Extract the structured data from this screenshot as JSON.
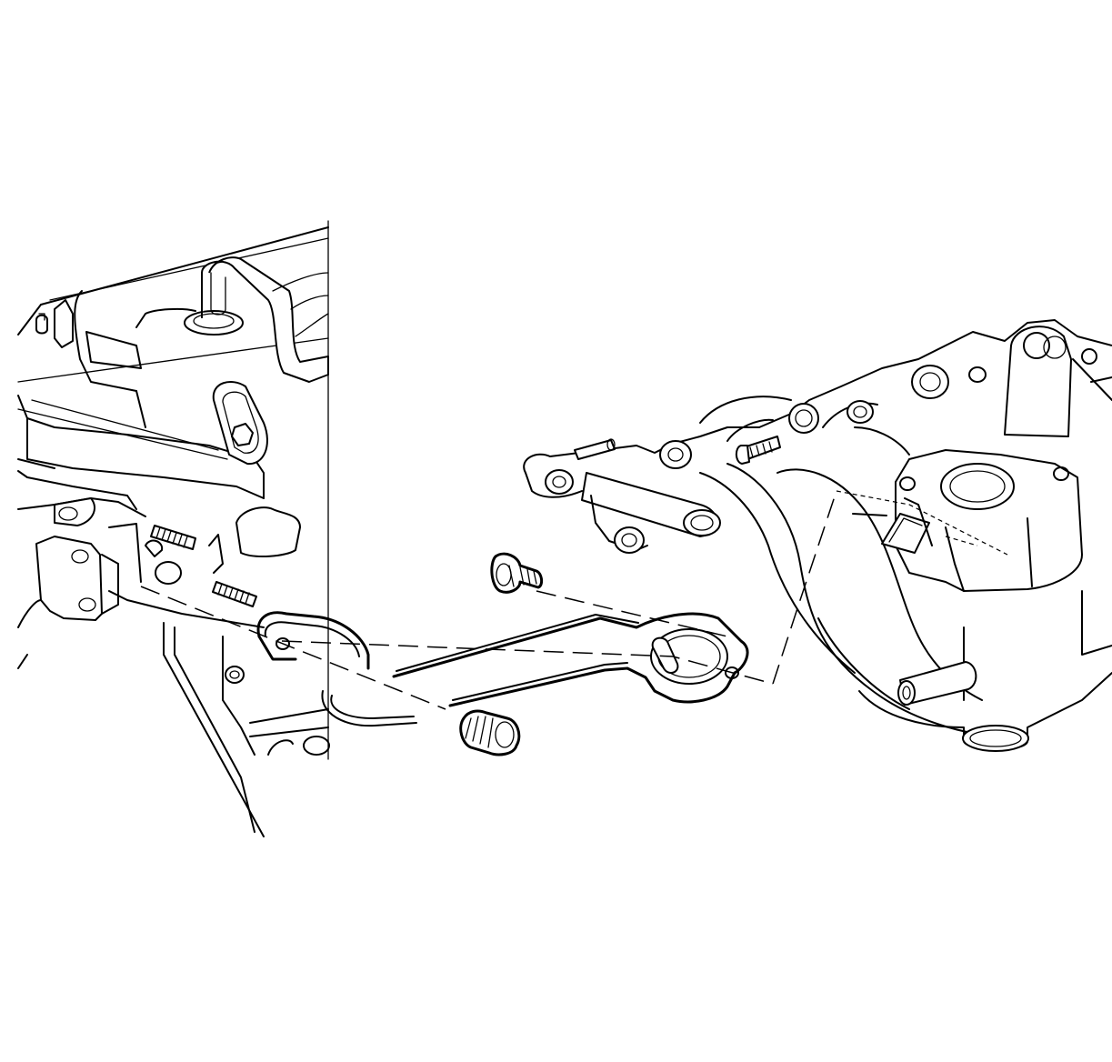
{
  "figure": {
    "kind": "exploded-view line drawing",
    "background_color": "#ffffff",
    "line_color": "#000000",
    "parts": [
      "engine-block",
      "valve-cover",
      "pcv-hose",
      "studs",
      "gasket",
      "egr-pipe",
      "bolts",
      "intake-manifold"
    ]
  }
}
